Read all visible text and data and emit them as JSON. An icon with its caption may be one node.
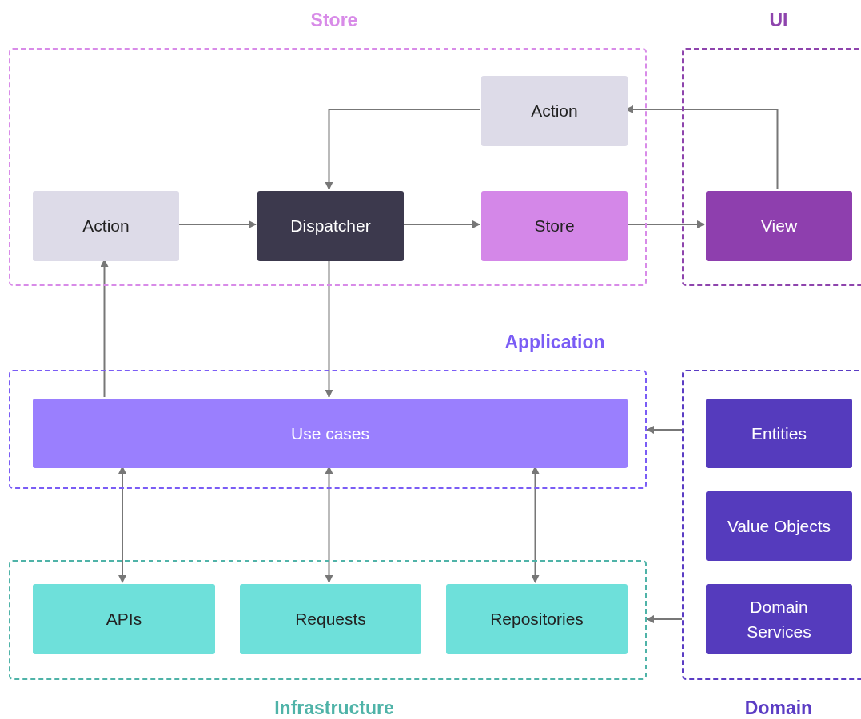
{
  "diagram": {
    "nodes": [
      {
        "text": [
          "Store"
        ]
      },
      {
        "text": [
          "Action"
        ],
        "in": 0
      },
      {
        "text": [
          "Action"
        ],
        "in": 0
      },
      {
        "text": [
          "Dispatcher"
        ],
        "in": 0
      },
      {
        "text": [
          "Store"
        ],
        "in": 0
      },
      {
        "text": [
          "UI"
        ]
      },
      {
        "text": [
          "View"
        ],
        "in": 5
      },
      {
        "text": [
          "Application"
        ]
      },
      {
        "text": [
          "Use cases"
        ],
        "in": 7
      },
      {
        "text": [
          "Domain"
        ]
      },
      {
        "text": [
          "Entities"
        ],
        "in": 9
      },
      {
        "text": [
          "Value Objects"
        ],
        "in": 9
      },
      {
        "text": [
          "Domain Services"
        ],
        "in": 9
      },
      {
        "text": [
          "Infrastructure"
        ]
      },
      {
        "text": [
          "APIs"
        ],
        "in": 13
      },
      {
        "text": [
          "Requests"
        ],
        "in": 13
      },
      {
        "text": [
          "Repositories"
        ],
        "in": 13
      }
    ],
    "edges": [
      {
        "from": 6,
        "to": 1,
        "arrow": "to"
      },
      {
        "from": 1,
        "to": 3,
        "arrow": "to"
      },
      {
        "from": 2,
        "to": 3,
        "arrow": "to"
      },
      {
        "from": 3,
        "to": 4,
        "arrow": "to"
      },
      {
        "from": 4,
        "to": 6,
        "arrow": "to"
      },
      {
        "from": 8,
        "to": 2,
        "arrow": "to"
      },
      {
        "from": 3,
        "to": 8,
        "arrow": "to"
      },
      {
        "from": 8,
        "to": 14,
        "arrow": "both"
      },
      {
        "from": 8,
        "to": 15,
        "arrow": "both"
      },
      {
        "from": 8,
        "to": 16,
        "arrow": "both"
      },
      {
        "from": 9,
        "to": 7,
        "arrow": "to"
      },
      {
        "from": 9,
        "to": 13,
        "arrow": "to"
      }
    ]
  }
}
